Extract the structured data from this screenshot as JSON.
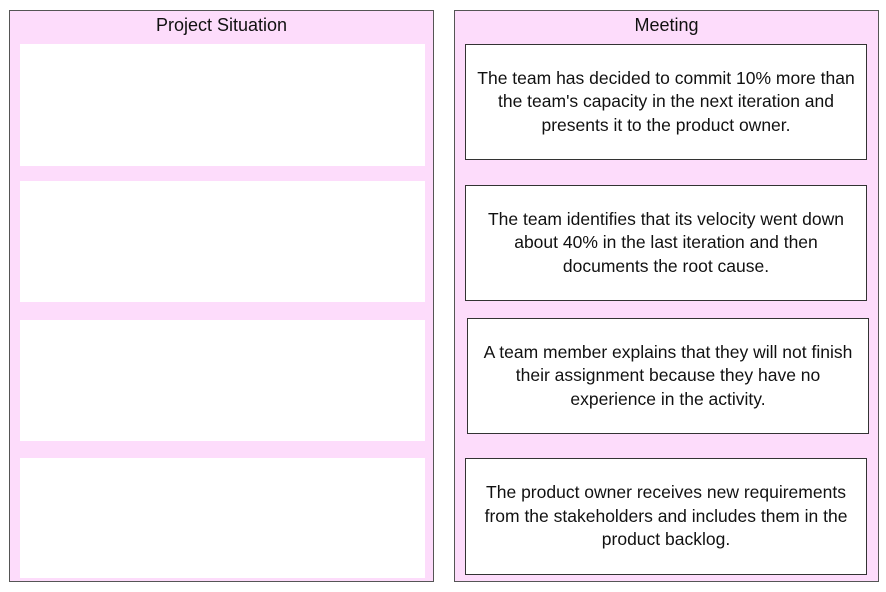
{
  "left_panel": {
    "title": "Project Situation"
  },
  "right_panel": {
    "title": "Meeting",
    "cards": [
      {
        "text": "The team has decided to commit 10% more than the team's capacity in the next iteration and presents it to the product owner."
      },
      {
        "text": "The team identifies that its velocity went down about 40% in the last iteration and then documents the root cause."
      },
      {
        "text": "A team member explains that they will not finish their assignment because they have no experience in the activity."
      },
      {
        "text": "The product owner receives new requirements from the stakeholders and includes them in the product backlog."
      }
    ]
  }
}
